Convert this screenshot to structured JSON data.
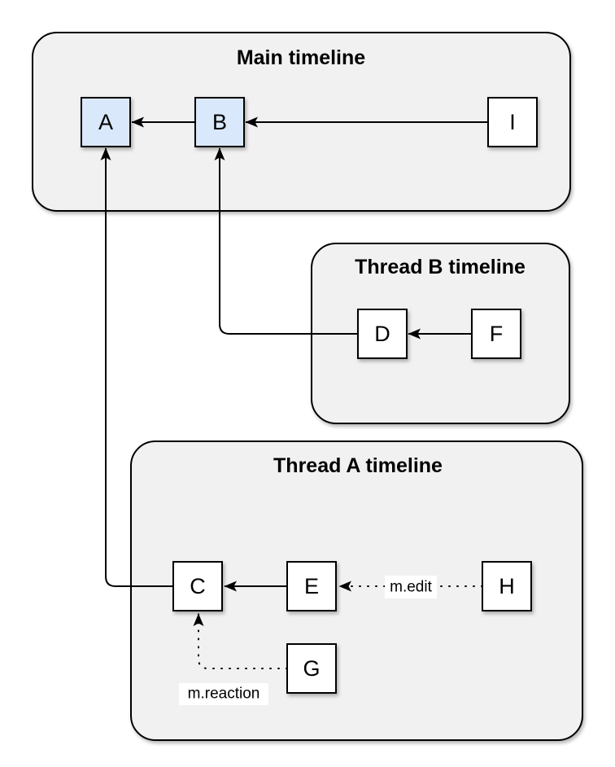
{
  "diagram": {
    "containers": {
      "main": {
        "title": "Main timeline"
      },
      "thread_b": {
        "title": "Thread B timeline"
      },
      "thread_a": {
        "title": "Thread A timeline"
      }
    },
    "nodes": {
      "a": {
        "label": "A"
      },
      "b": {
        "label": "B"
      },
      "i": {
        "label": "I"
      },
      "d": {
        "label": "D"
      },
      "f": {
        "label": "F"
      },
      "c": {
        "label": "C"
      },
      "e": {
        "label": "E"
      },
      "h": {
        "label": "H"
      },
      "g": {
        "label": "G"
      }
    },
    "edges": {
      "edit_label": "m.edit",
      "reaction_label": "m.reaction"
    },
    "colors": {
      "container_fill": "#f1f1f1",
      "node_fill": "#ffffff",
      "node_highlight_fill": "#dae8fc",
      "stroke": "#000000",
      "edge_label_bg": "#ffffff"
    }
  }
}
